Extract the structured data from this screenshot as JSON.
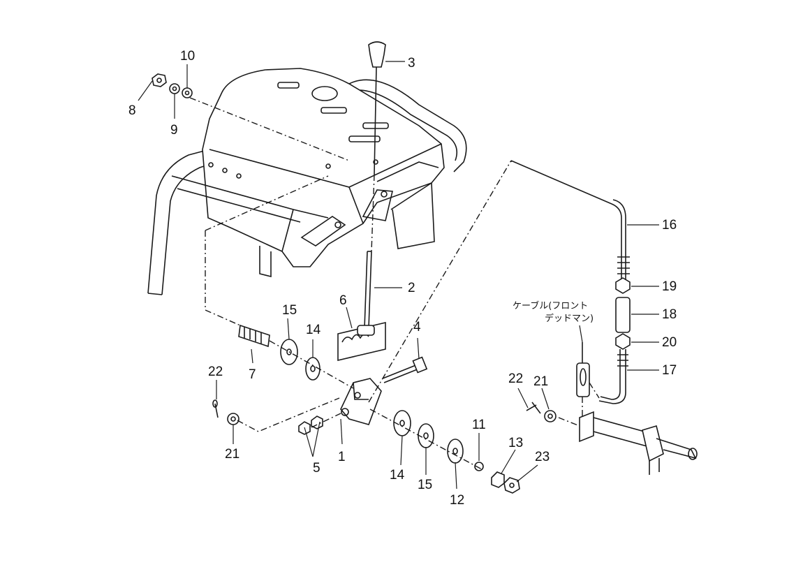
{
  "diagram": {
    "callouts": [
      {
        "id": "c1",
        "label": "1"
      },
      {
        "id": "c2",
        "label": "2"
      },
      {
        "id": "c3",
        "label": "3"
      },
      {
        "id": "c4",
        "label": "4"
      },
      {
        "id": "c5",
        "label": "5"
      },
      {
        "id": "c6",
        "label": "6"
      },
      {
        "id": "c7",
        "label": "7"
      },
      {
        "id": "c8",
        "label": "8"
      },
      {
        "id": "c9",
        "label": "9"
      },
      {
        "id": "c10",
        "label": "10"
      },
      {
        "id": "c11",
        "label": "11"
      },
      {
        "id": "c12",
        "label": "12"
      },
      {
        "id": "c13",
        "label": "13"
      },
      {
        "id": "c14a",
        "label": "14"
      },
      {
        "id": "c14b",
        "label": "14"
      },
      {
        "id": "c15a",
        "label": "15"
      },
      {
        "id": "c15b",
        "label": "15"
      },
      {
        "id": "c16",
        "label": "16"
      },
      {
        "id": "c17",
        "label": "17"
      },
      {
        "id": "c18",
        "label": "18"
      },
      {
        "id": "c19",
        "label": "19"
      },
      {
        "id": "c20",
        "label": "20"
      },
      {
        "id": "c21a",
        "label": "21"
      },
      {
        "id": "c21b",
        "label": "21"
      },
      {
        "id": "c22a",
        "label": "22"
      },
      {
        "id": "c22b",
        "label": "22"
      },
      {
        "id": "c23",
        "label": "23"
      }
    ],
    "cable_label_line1": "ケーブル(フロント",
    "cable_label_line2": "デッドマン)"
  }
}
